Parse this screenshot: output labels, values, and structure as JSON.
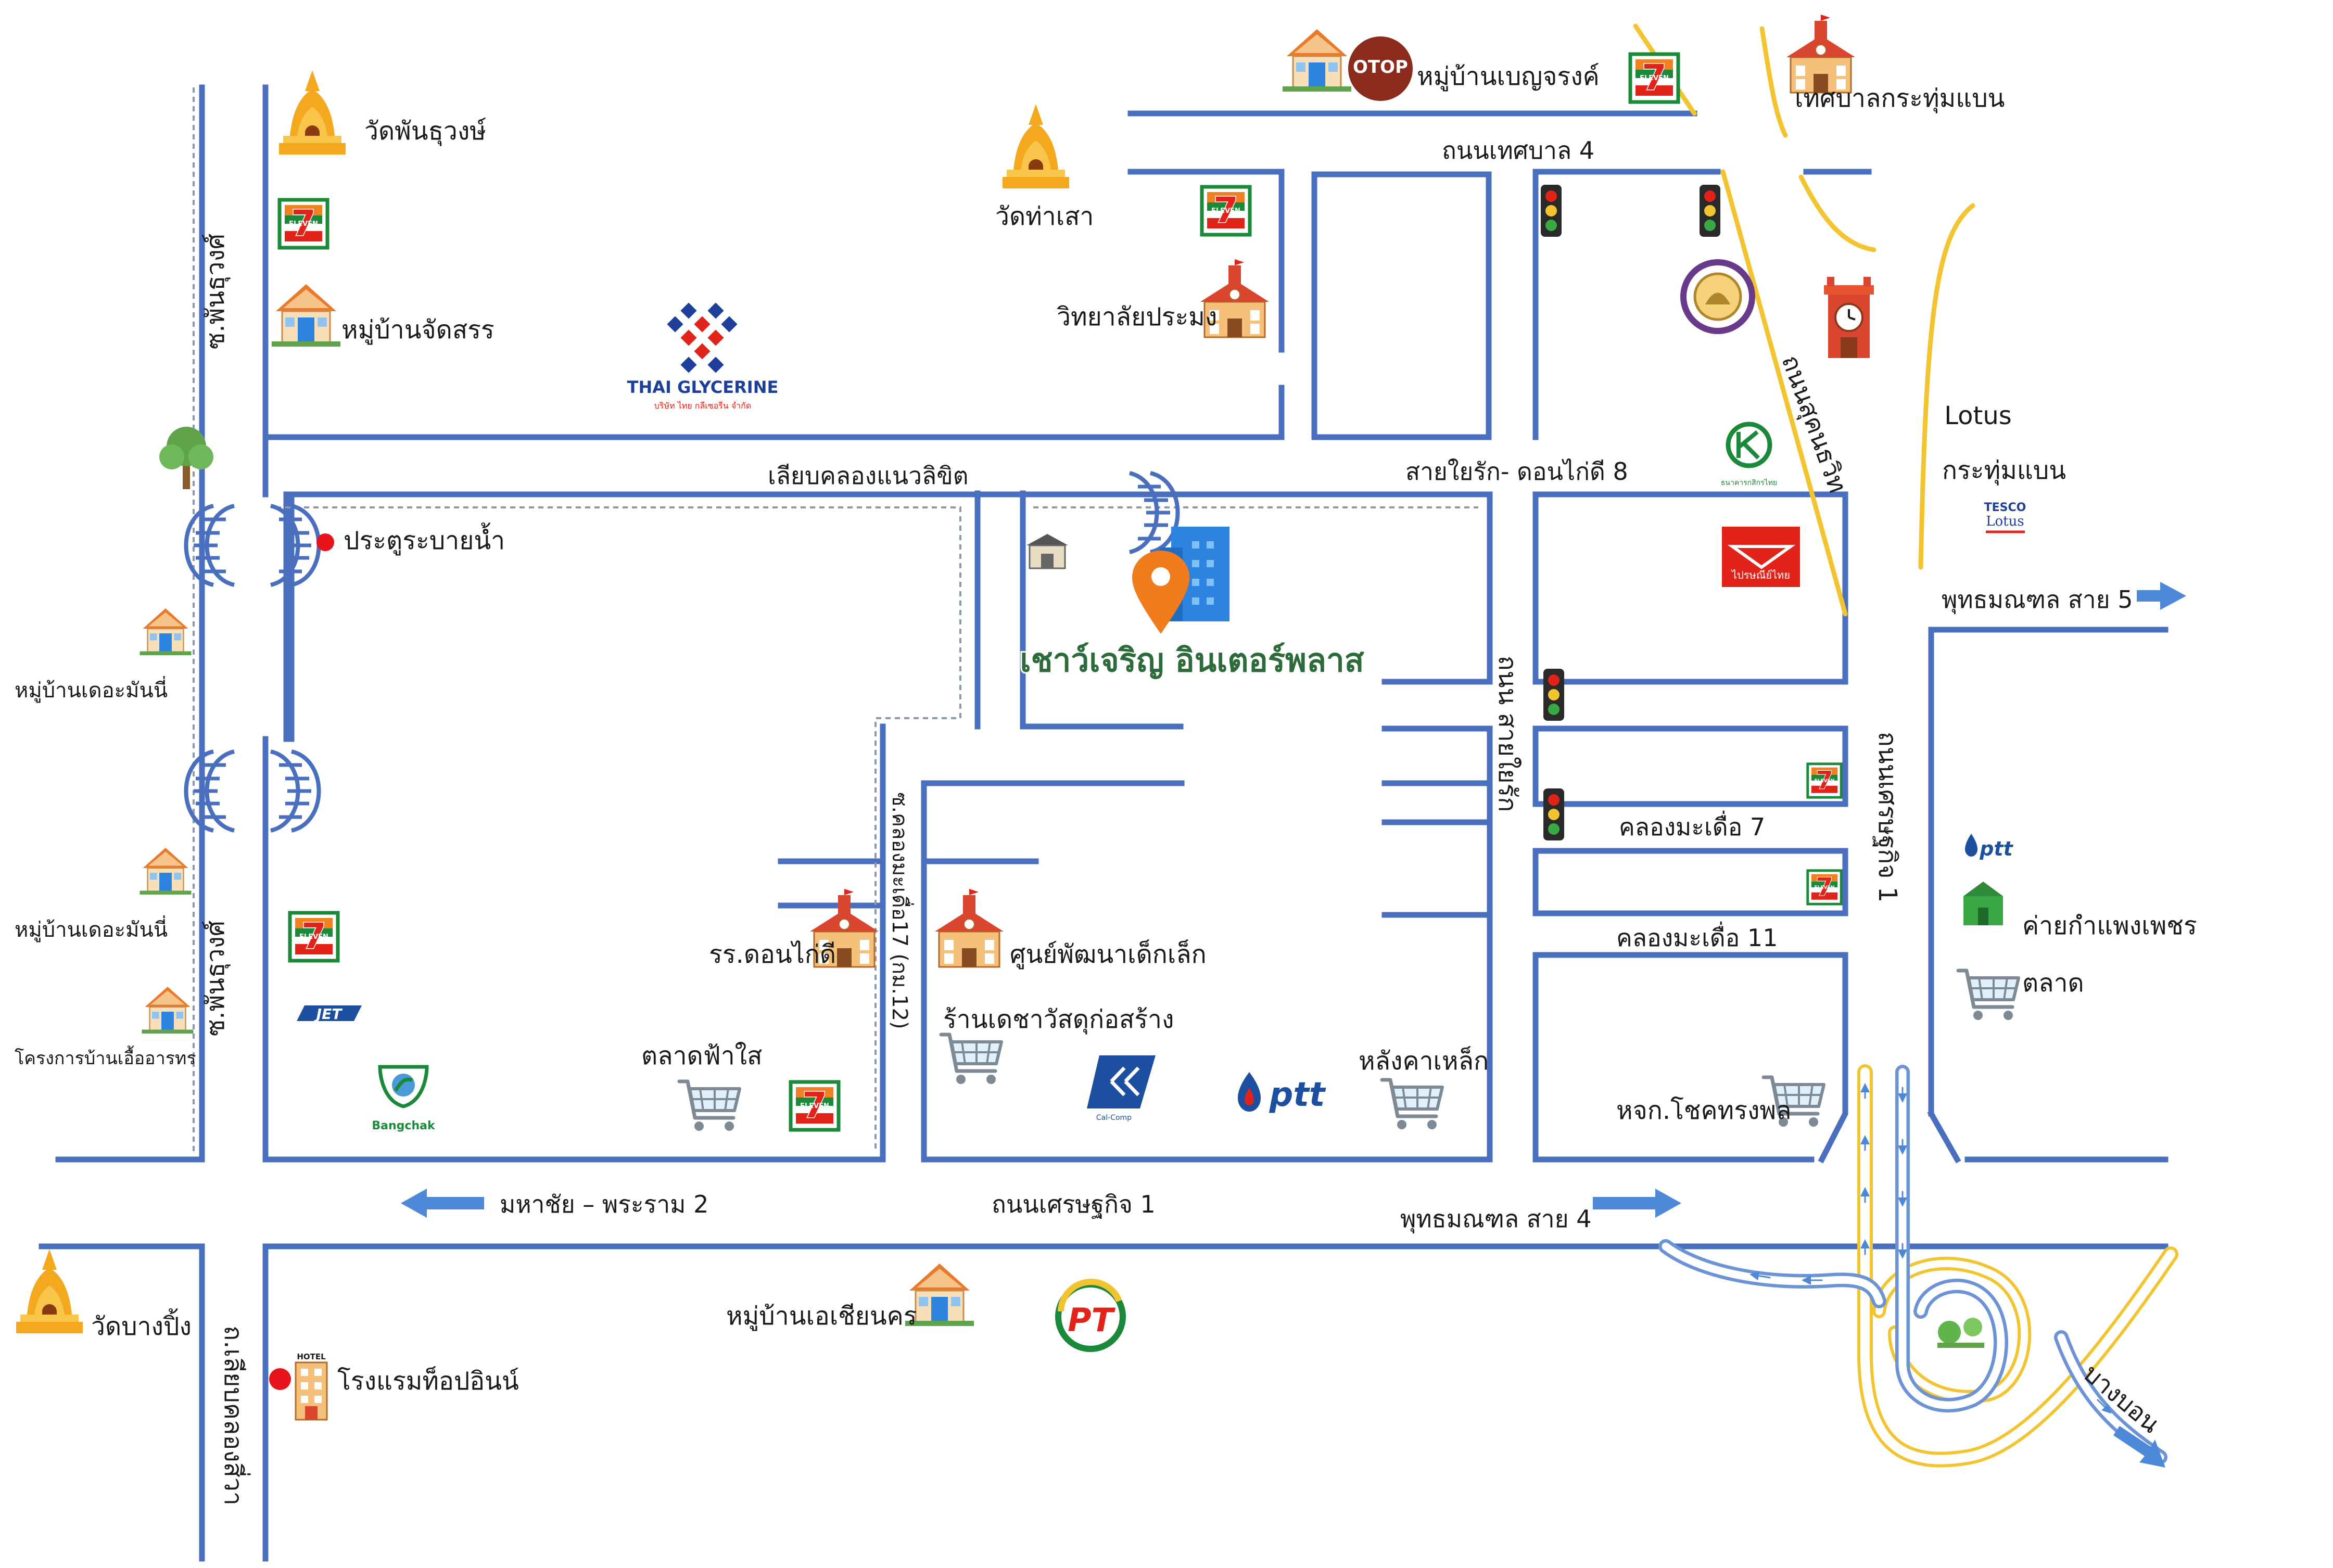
{
  "colors": {
    "road": "#4a6fbf",
    "highway": "#f2c530",
    "highway_edge": "#f2c530",
    "interchange_blue": "#6b93d6",
    "arrow": "#4e88d9",
    "label": "#1a1a1a",
    "main_label": "#2e6b3a",
    "pin": "#f07c1e",
    "building": "#2d84e0",
    "marker_red": "#e8141c",
    "seven_green": "#1a8a3a",
    "seven_orange": "#f08020",
    "seven_red": "#e2231a",
    "ptt_blue": "#1d4fa0",
    "ptt_red": "#e2231a",
    "temple": "#f4a81e",
    "school_red": "#d9452f",
    "house_roof": "#e87a2a"
  },
  "main_place": {
    "label": "เชาว์เจริญ อินเตอร์พลาส",
    "icon": "location-pin-icon"
  },
  "roads": {
    "r1": "ถนนเทศบาล 4",
    "r2": "เลียบคลองแนวลิขิต",
    "r3": "สายใยรัก- ดอนไก่ดี 8",
    "r4": "ถนน สายใยรัก",
    "r5": "ถนนสุคนธวิท",
    "r6": "พุทธมณฑล สาย 5",
    "r7": "ถนนเศรษฐกิจ 1",
    "r8": "คลองมะเดื่อ 7",
    "r9": "คลองมะเดื่อ 11",
    "r10": "ซ.คลองมะเดื่อ17 (กม.12)",
    "r11": "มหาชัย – พระราม 2",
    "r12": "ถนนเศรษฐกิจ 1",
    "r13": "พุทธมณฑล สาย 4",
    "r14": "ซ.พันธุวงศ์",
    "r15": "ซ.พันธุวงศ์",
    "r16": "ถ.เลียบคลองสี่วา",
    "r17": "บางบอน"
  },
  "places": {
    "p1": "วัดพันธุวงษ์",
    "p2": "หมู่บ้านจัดสรร",
    "p3": "วัดท่าเสา",
    "p4": "วิทยาลัยประมง",
    "p5": "หมู่บ้านเบญจรงค์",
    "p6": "เทศบาลกระทุ่มแบน",
    "p7": "ประตูระบายน้ำ",
    "p8": "หมู่บ้านเดอะมันนี่",
    "p9": "หมู่บ้านเดอะมันนี่",
    "p10": "โครงการบ้านเอื้ออารทร",
    "p11": "รร.ดอนไก่ดี",
    "p12": "ศูนย์พัฒนาเด็กเล็ก",
    "p13": "ร้านเดชาวัสดุก่อสร้าง",
    "p14": "ตลาดฟ้าใส",
    "p15": "หลังคาเหล็ก",
    "p16": "หจก.โชคทรงพล",
    "p17": "Lotus",
    "p18": "กระทุ่มแบน",
    "p19": "ค่ายกำแพงเพชร",
    "p20": "ตลาด",
    "p21": "วัดบางปิ้ง",
    "p22": "หมู่บ้านเอเชียนคร",
    "p23": "โรงแรมท็อปอินน์"
  },
  "logos": {
    "otop": "OTOP",
    "thai_glycerine": "THAI GLYCERINE",
    "thai_glycerine_sub": "บริษัท ไทย กลีเซอรีน จำกัด",
    "ptt": "ptt",
    "jet": "JET",
    "bangchak": "Bangchak",
    "calcomp": "Cal-Comp",
    "pt": "PT",
    "tesco": "TESCO",
    "tesco_lotus": "Lotus",
    "hotel": "HOTEL",
    "seven_text": "ELEVEN",
    "seven_num": "7",
    "kbank": "ธนาคารกสิกรไทย",
    "post": "ไปรษณีย์ไทย"
  }
}
